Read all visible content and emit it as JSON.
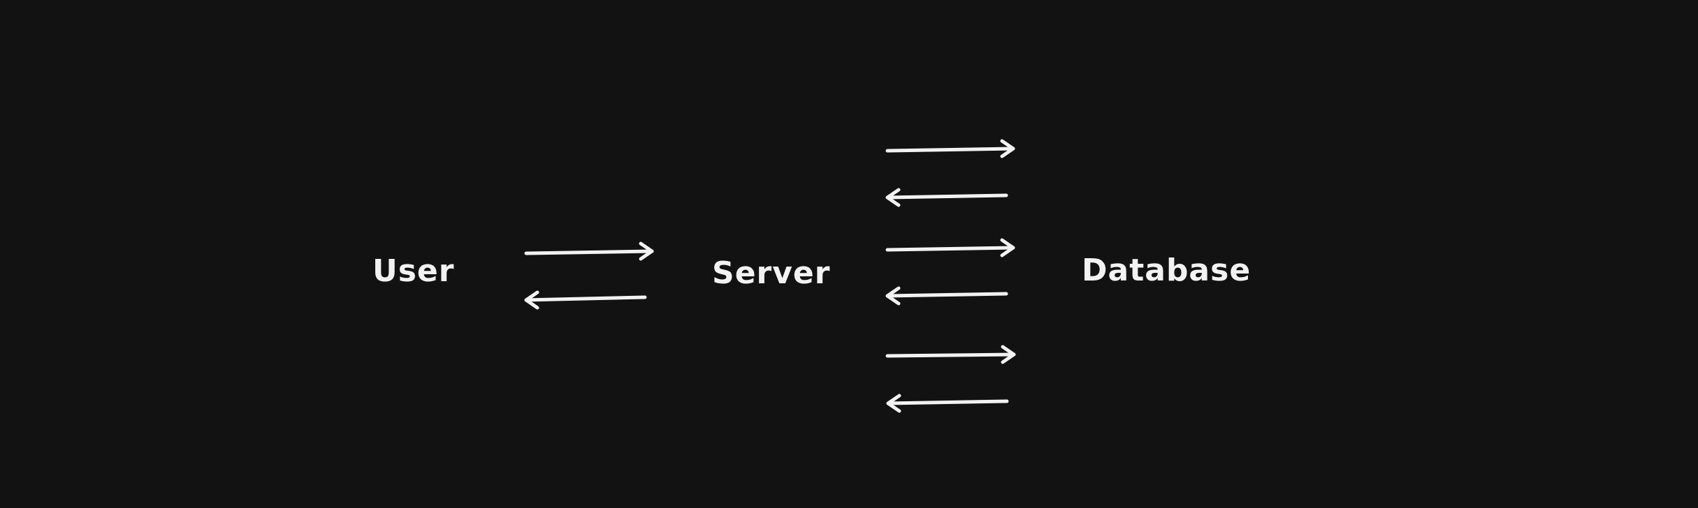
{
  "diagram": {
    "nodes": [
      {
        "id": "user",
        "label": "User"
      },
      {
        "id": "server",
        "label": "Server"
      },
      {
        "id": "database",
        "label": "Database"
      }
    ],
    "edges": [
      {
        "from": "user",
        "to": "server"
      },
      {
        "from": "server",
        "to": "user"
      },
      {
        "from": "server",
        "to": "database"
      },
      {
        "from": "database",
        "to": "server"
      },
      {
        "from": "server",
        "to": "database"
      },
      {
        "from": "database",
        "to": "server"
      },
      {
        "from": "server",
        "to": "database"
      },
      {
        "from": "database",
        "to": "server"
      }
    ],
    "colors": {
      "background": "#121212",
      "foreground": "#f2f2f2"
    }
  }
}
